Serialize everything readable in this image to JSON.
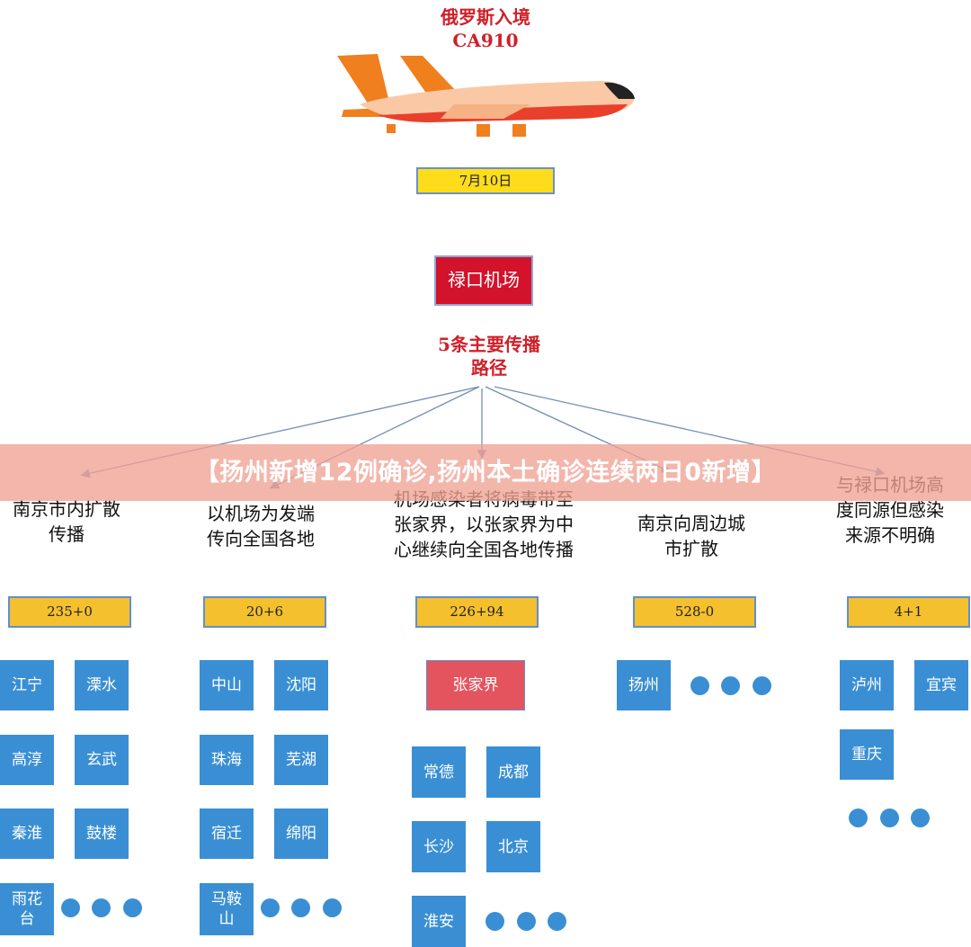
{
  "header": {
    "title": "俄罗斯入境",
    "flight": "CA910",
    "date": "7月10日",
    "airport": "禄口机场",
    "paths_heading": "5条主要传播路径"
  },
  "routes": [
    {
      "label": "南京市内扩散传播",
      "count": "235+0",
      "cities": [
        "江宁",
        "溧水",
        "高淳",
        "玄武",
        "秦淮",
        "鼓楼",
        "雨花台"
      ]
    },
    {
      "label": "以机场为发端传向全国各地",
      "count": "20+6",
      "cities": [
        "中山",
        "沈阳",
        "珠海",
        "芜湖",
        "宿迁",
        "绵阳",
        "马鞍山"
      ]
    },
    {
      "label": "机场感染者将病毒带至张家界，以张家界为中心继续向全国各地传播",
      "count": "226+94",
      "hub": "张家界",
      "cities": [
        "常德",
        "成都",
        "长沙",
        "北京",
        "淮安"
      ]
    },
    {
      "label": "南京向周边城市扩散",
      "count": "528-0",
      "cities": [
        "扬州"
      ]
    },
    {
      "label": "与禄口机场高度同源但感染来源不明确",
      "count": "4+1",
      "cities": [
        "泸州",
        "宜宾",
        "重庆"
      ]
    }
  ],
  "banner": {
    "text": "【扬州新增12例确诊,扬州本土确诊连续两日0新增】"
  },
  "colors": {
    "accent_red": "#d3122b",
    "city_blue": "#3a8fd4",
    "count_yellow": "#f5c02e",
    "hub_pink": "#e4545e",
    "plane_orange": "#f07f1e"
  }
}
